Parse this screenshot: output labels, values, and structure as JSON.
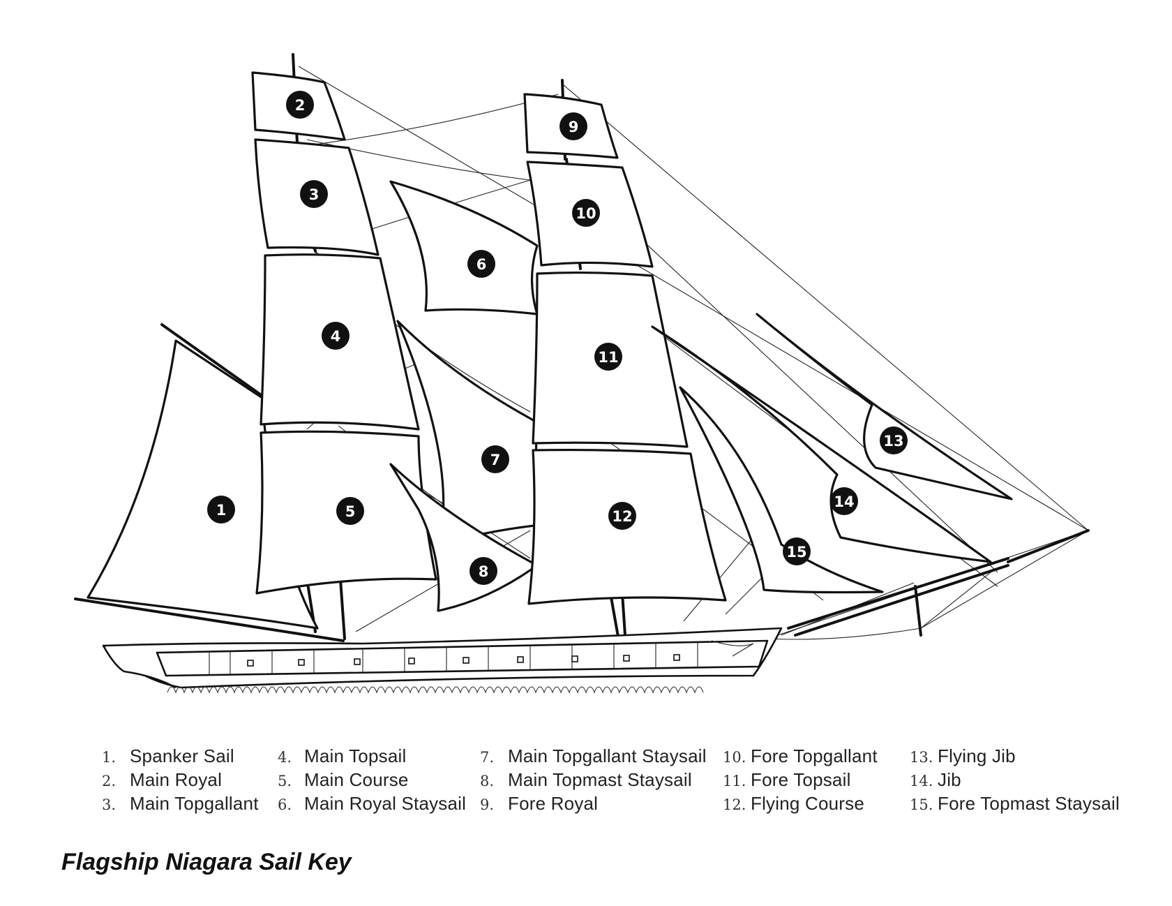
{
  "title": "Flagship Niagara Sail Key",
  "badges": [
    "1",
    "2",
    "3",
    "4",
    "5",
    "6",
    "7",
    "8",
    "9",
    "10",
    "11",
    "12",
    "13",
    "14",
    "15"
  ],
  "legend": [
    {
      "num": "1.",
      "name": "Spanker Sail"
    },
    {
      "num": "2.",
      "name": "Main Royal"
    },
    {
      "num": "3.",
      "name": "Main Topgallant"
    },
    {
      "num": "4.",
      "name": "Main Topsail"
    },
    {
      "num": "5.",
      "name": "Main Course"
    },
    {
      "num": "6.",
      "name": "Main Royal Staysail"
    },
    {
      "num": "7.",
      "name": "Main Topgallant Staysail"
    },
    {
      "num": "8.",
      "name": "Main Topmast Staysail"
    },
    {
      "num": "9.",
      "name": "Fore Royal"
    },
    {
      "num": "10.",
      "name": "Fore Topgallant"
    },
    {
      "num": "11.",
      "name": "Fore Topsail"
    },
    {
      "num": "12.",
      "name": "Flying Course"
    },
    {
      "num": "13.",
      "name": "Flying Jib"
    },
    {
      "num": "14.",
      "name": "Jib"
    },
    {
      "num": "15.",
      "name": "Fore Topmast Staysail"
    }
  ]
}
